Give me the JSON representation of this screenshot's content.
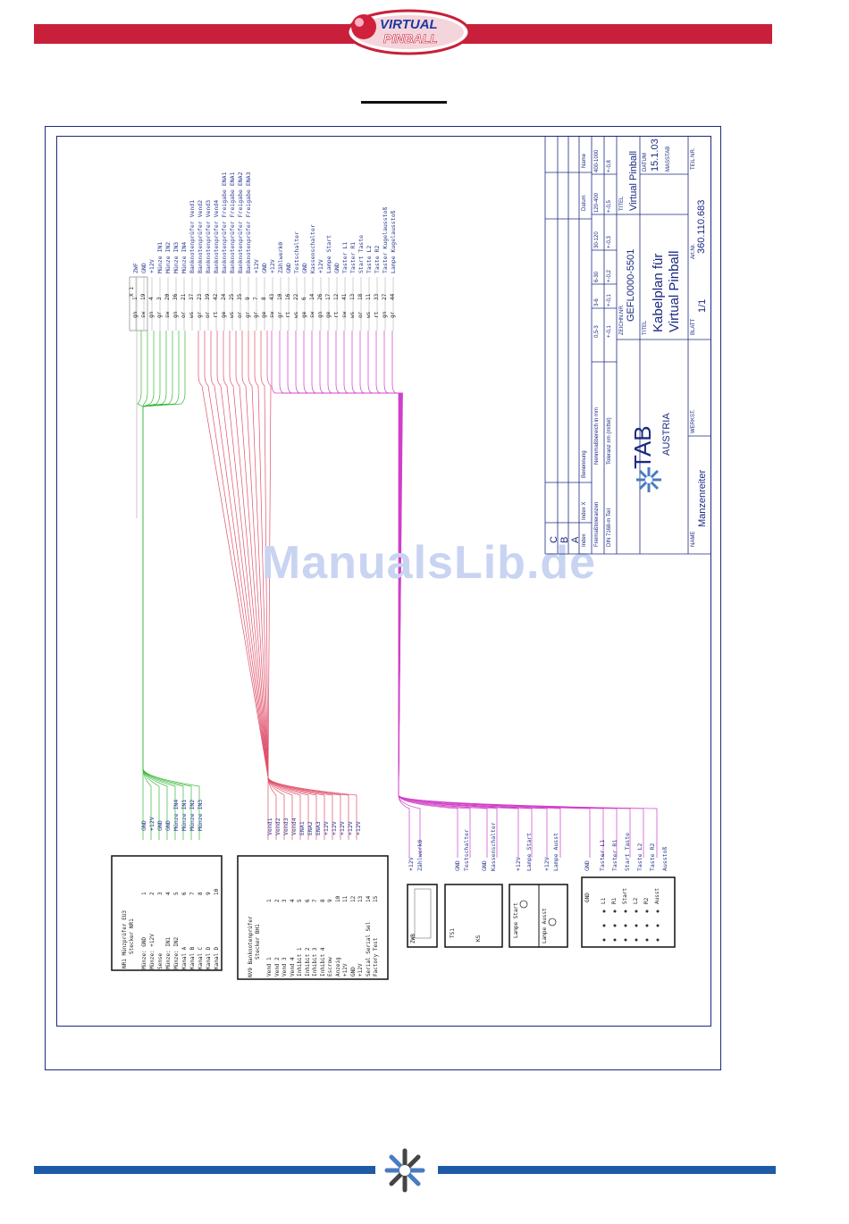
{
  "header": {
    "logo_line1": "VIRTUAL",
    "logo_line2": "PINBALL",
    "brand_color": "#c8203a"
  },
  "watermark": "ManualsLib.de",
  "title_block": {
    "revision_rows": [
      "C",
      "B",
      "A"
    ],
    "col_index": "Index",
    "col_index_x": "Index X",
    "col_benennung": "Benennung",
    "col_datum": "Datum",
    "col_name": "Name",
    "freimass_label": "Freimaßtoleranzen",
    "nennmass_label": "Nennmaßbereich in mm",
    "ranges": [
      "0,5-3",
      "3-6",
      "6-30",
      "30-120",
      "120-400",
      "400-1000"
    ],
    "din_label": "DIN 7168-m Teil",
    "toleranz_label": "Toleranz ±m (mittel)",
    "tolerances": [
      "+-0,1",
      "+-0,1",
      "+-0,2",
      "+-0,3",
      "+-0,5",
      "+-0,8"
    ],
    "company": "TAB",
    "country": "AUSTRIA",
    "zeichn_label": "ZEICHN.NR.",
    "zeichn_nr": "GEFL0000-5501",
    "titel_label": "TITEL",
    "titel_line1": "Kabelplan für",
    "titel_line2": "Virtual Pinball",
    "titel2_label": "TITEL",
    "titel2_value": "Virtual Pinball",
    "datum_label": "DATUM",
    "datum_value": "15.1.03",
    "massstab_label": "MASSTAB",
    "artnr_label": "Art.Nr.",
    "artnr_value": "360.110.683",
    "blatt_label": "BLATT",
    "blatt_value": "1/1",
    "teil_label": "TEIL NR.",
    "name_label": "NAME",
    "name_value": "Manzenreiter",
    "werkst_label": "WERKST."
  },
  "connector_x1": {
    "title": "X 1",
    "pins": [
      {
        "color": "gn",
        "num": "1",
        "sig": "ZWF"
      },
      {
        "color": "sw",
        "num": "19",
        "sig": "GND"
      },
      {
        "color": "gn",
        "num": "4",
        "sig": "+12V"
      },
      {
        "color": "gr",
        "num": "3",
        "sig": "Münze IN1"
      },
      {
        "color": "sw",
        "num": "20",
        "sig": "Münze IN2"
      },
      {
        "color": "gn",
        "num": "36",
        "sig": "Münze IN3"
      },
      {
        "color": "or",
        "num": "21",
        "sig": "Münze IN4"
      },
      {
        "color": "ws",
        "num": "37",
        "sig": "Banknotenprüfer Vend1"
      },
      {
        "color": "gr",
        "num": "23",
        "sig": "Banknotenprüfer Vend2"
      },
      {
        "color": "or",
        "num": "39",
        "sig": "Banknotenprüfer Vend3"
      },
      {
        "color": "rt",
        "num": "42",
        "sig": "Banknotenprüfer Vend4"
      },
      {
        "color": "ge",
        "num": "24",
        "sig": "Banknotenprüfer Freigabe ENA1"
      },
      {
        "color": "ws",
        "num": "25",
        "sig": "Banknotenprüfer Freigabe ENA1"
      },
      {
        "color": "or",
        "num": "35",
        "sig": "Banknotenprüfer Freigabe ENA2"
      },
      {
        "color": "gr",
        "num": "9",
        "sig": "Banknotenprüfer Freigabe ENA3"
      },
      {
        "color": "gr",
        "num": "7",
        "sig": "+12V"
      },
      {
        "color": "ge",
        "num": "8",
        "sig": "GND"
      },
      {
        "color": "sw",
        "num": "43",
        "sig": "+12V"
      },
      {
        "color": "gr",
        "num": "10",
        "sig": "Zählwerk0"
      },
      {
        "color": "rt",
        "num": "16",
        "sig": "GND"
      },
      {
        "color": "ws",
        "num": "22",
        "sig": "Testschalter"
      },
      {
        "color": "ge",
        "num": "6",
        "sig": "GND"
      },
      {
        "color": "sw",
        "num": "14",
        "sig": "Kassenschalter"
      },
      {
        "color": "gn",
        "num": "26",
        "sig": "+12V"
      },
      {
        "color": "ge",
        "num": "17",
        "sig": "Lampe Start"
      },
      {
        "color": "rt",
        "num": "12",
        "sig": "GND"
      },
      {
        "color": "sw",
        "num": "41",
        "sig": "Taster L1"
      },
      {
        "color": "ws",
        "num": "13",
        "sig": "Taster R1"
      },
      {
        "color": "or",
        "num": "18",
        "sig": "Start Taste"
      },
      {
        "color": "ws",
        "num": "11",
        "sig": "Taste L2"
      },
      {
        "color": "rt",
        "num": "33",
        "sig": "Taste R2"
      },
      {
        "color": "gn",
        "num": "27",
        "sig": "Taster Kugelausstoß"
      },
      {
        "color": "gr",
        "num": "44",
        "sig": "Lampe Kugelausstoß"
      }
    ]
  },
  "coin_labels": [
    "GND",
    "+12V",
    "GND",
    "GND",
    "Münze IN4",
    "Münze IN1",
    "Münze IN2",
    "Münze IN3"
  ],
  "bill_labels": [
    "Vend1",
    "Vend2",
    "Vend3",
    "Vend4",
    "ENA1",
    "ENA2",
    "ENA3",
    "+12V",
    "+12V",
    "+12V",
    "+12V",
    "+12V"
  ],
  "connector_nr1": {
    "title1": "NR1 Münzprüfer EU3",
    "title2": "Stecker NR1",
    "rows": [
      {
        "label": "Münze: GND",
        "pin": "1"
      },
      {
        "label": "Münze: +12V",
        "pin": "2"
      },
      {
        "label": "Sense",
        "pin": "3"
      },
      {
        "label": "Münze: IN1",
        "pin": "4"
      },
      {
        "label": "Münze: IN2",
        "pin": "5"
      },
      {
        "label": "Kanal A",
        "pin": "6"
      },
      {
        "label": "Kanal B",
        "pin": "7"
      },
      {
        "label": "Kanal C",
        "pin": "8"
      },
      {
        "label": "Kanal D",
        "pin": "9"
      },
      {
        "label": "Kanal D",
        "pin": "10"
      }
    ]
  },
  "connector_nv9": {
    "title1": "NV9 Banknotenprüfer",
    "title2": "Stecker BH1",
    "rows": [
      {
        "label": "Vend 1",
        "pin": "1"
      },
      {
        "label": "Vend 2",
        "pin": "2"
      },
      {
        "label": "Vend 3",
        "pin": "3"
      },
      {
        "label": "Vend 4",
        "pin": "4"
      },
      {
        "label": "Inhibit 1",
        "pin": "5"
      },
      {
        "label": "Inhibit 2",
        "pin": "6"
      },
      {
        "label": "Inhibit 3",
        "pin": "7"
      },
      {
        "label": "Inhibit 4",
        "pin": "8"
      },
      {
        "label": "Escrow",
        "pin": "9"
      },
      {
        "label": "Anzeig",
        "pin": "10"
      },
      {
        "label": "+12V",
        "pin": "11"
      },
      {
        "label": "GND",
        "pin": "12"
      },
      {
        "label": "+12V",
        "pin": "13"
      },
      {
        "label": "Serial Serial Sel",
        "pin": "14"
      },
      {
        "label": "Factory Test",
        "pin": "15"
      }
    ]
  },
  "zwb": {
    "label": "ZWB",
    "wires": [
      "+12V",
      "Zählwerk0"
    ]
  },
  "schalter": {
    "labels": [
      "TS1",
      "KS"
    ],
    "wires": [
      "GND",
      "Testschalter",
      "GND",
      "Kassenschalter"
    ]
  },
  "lampen": {
    "labels": [
      "Lampe Start",
      "Lampe Ausst"
    ],
    "wires": [
      "+12V",
      "Lampe Start",
      "+12V",
      "Lampe Ausst"
    ]
  },
  "taster": {
    "gnd": "GND",
    "labels": [
      "L1",
      "R1",
      "Start",
      "L2",
      "R2",
      "Ausst"
    ],
    "wires": [
      "GND",
      "Taster L1",
      "Taster R1",
      "Start Taste",
      "Taste L2",
      "Taste R2",
      "Ausstoß"
    ]
  },
  "colors": {
    "frame": "#1c2a80",
    "wire_green": "#3cb83c",
    "wire_red": "#e0506a",
    "wire_magenta": "#d040c8",
    "footer_blue": "#1e5aa8"
  }
}
